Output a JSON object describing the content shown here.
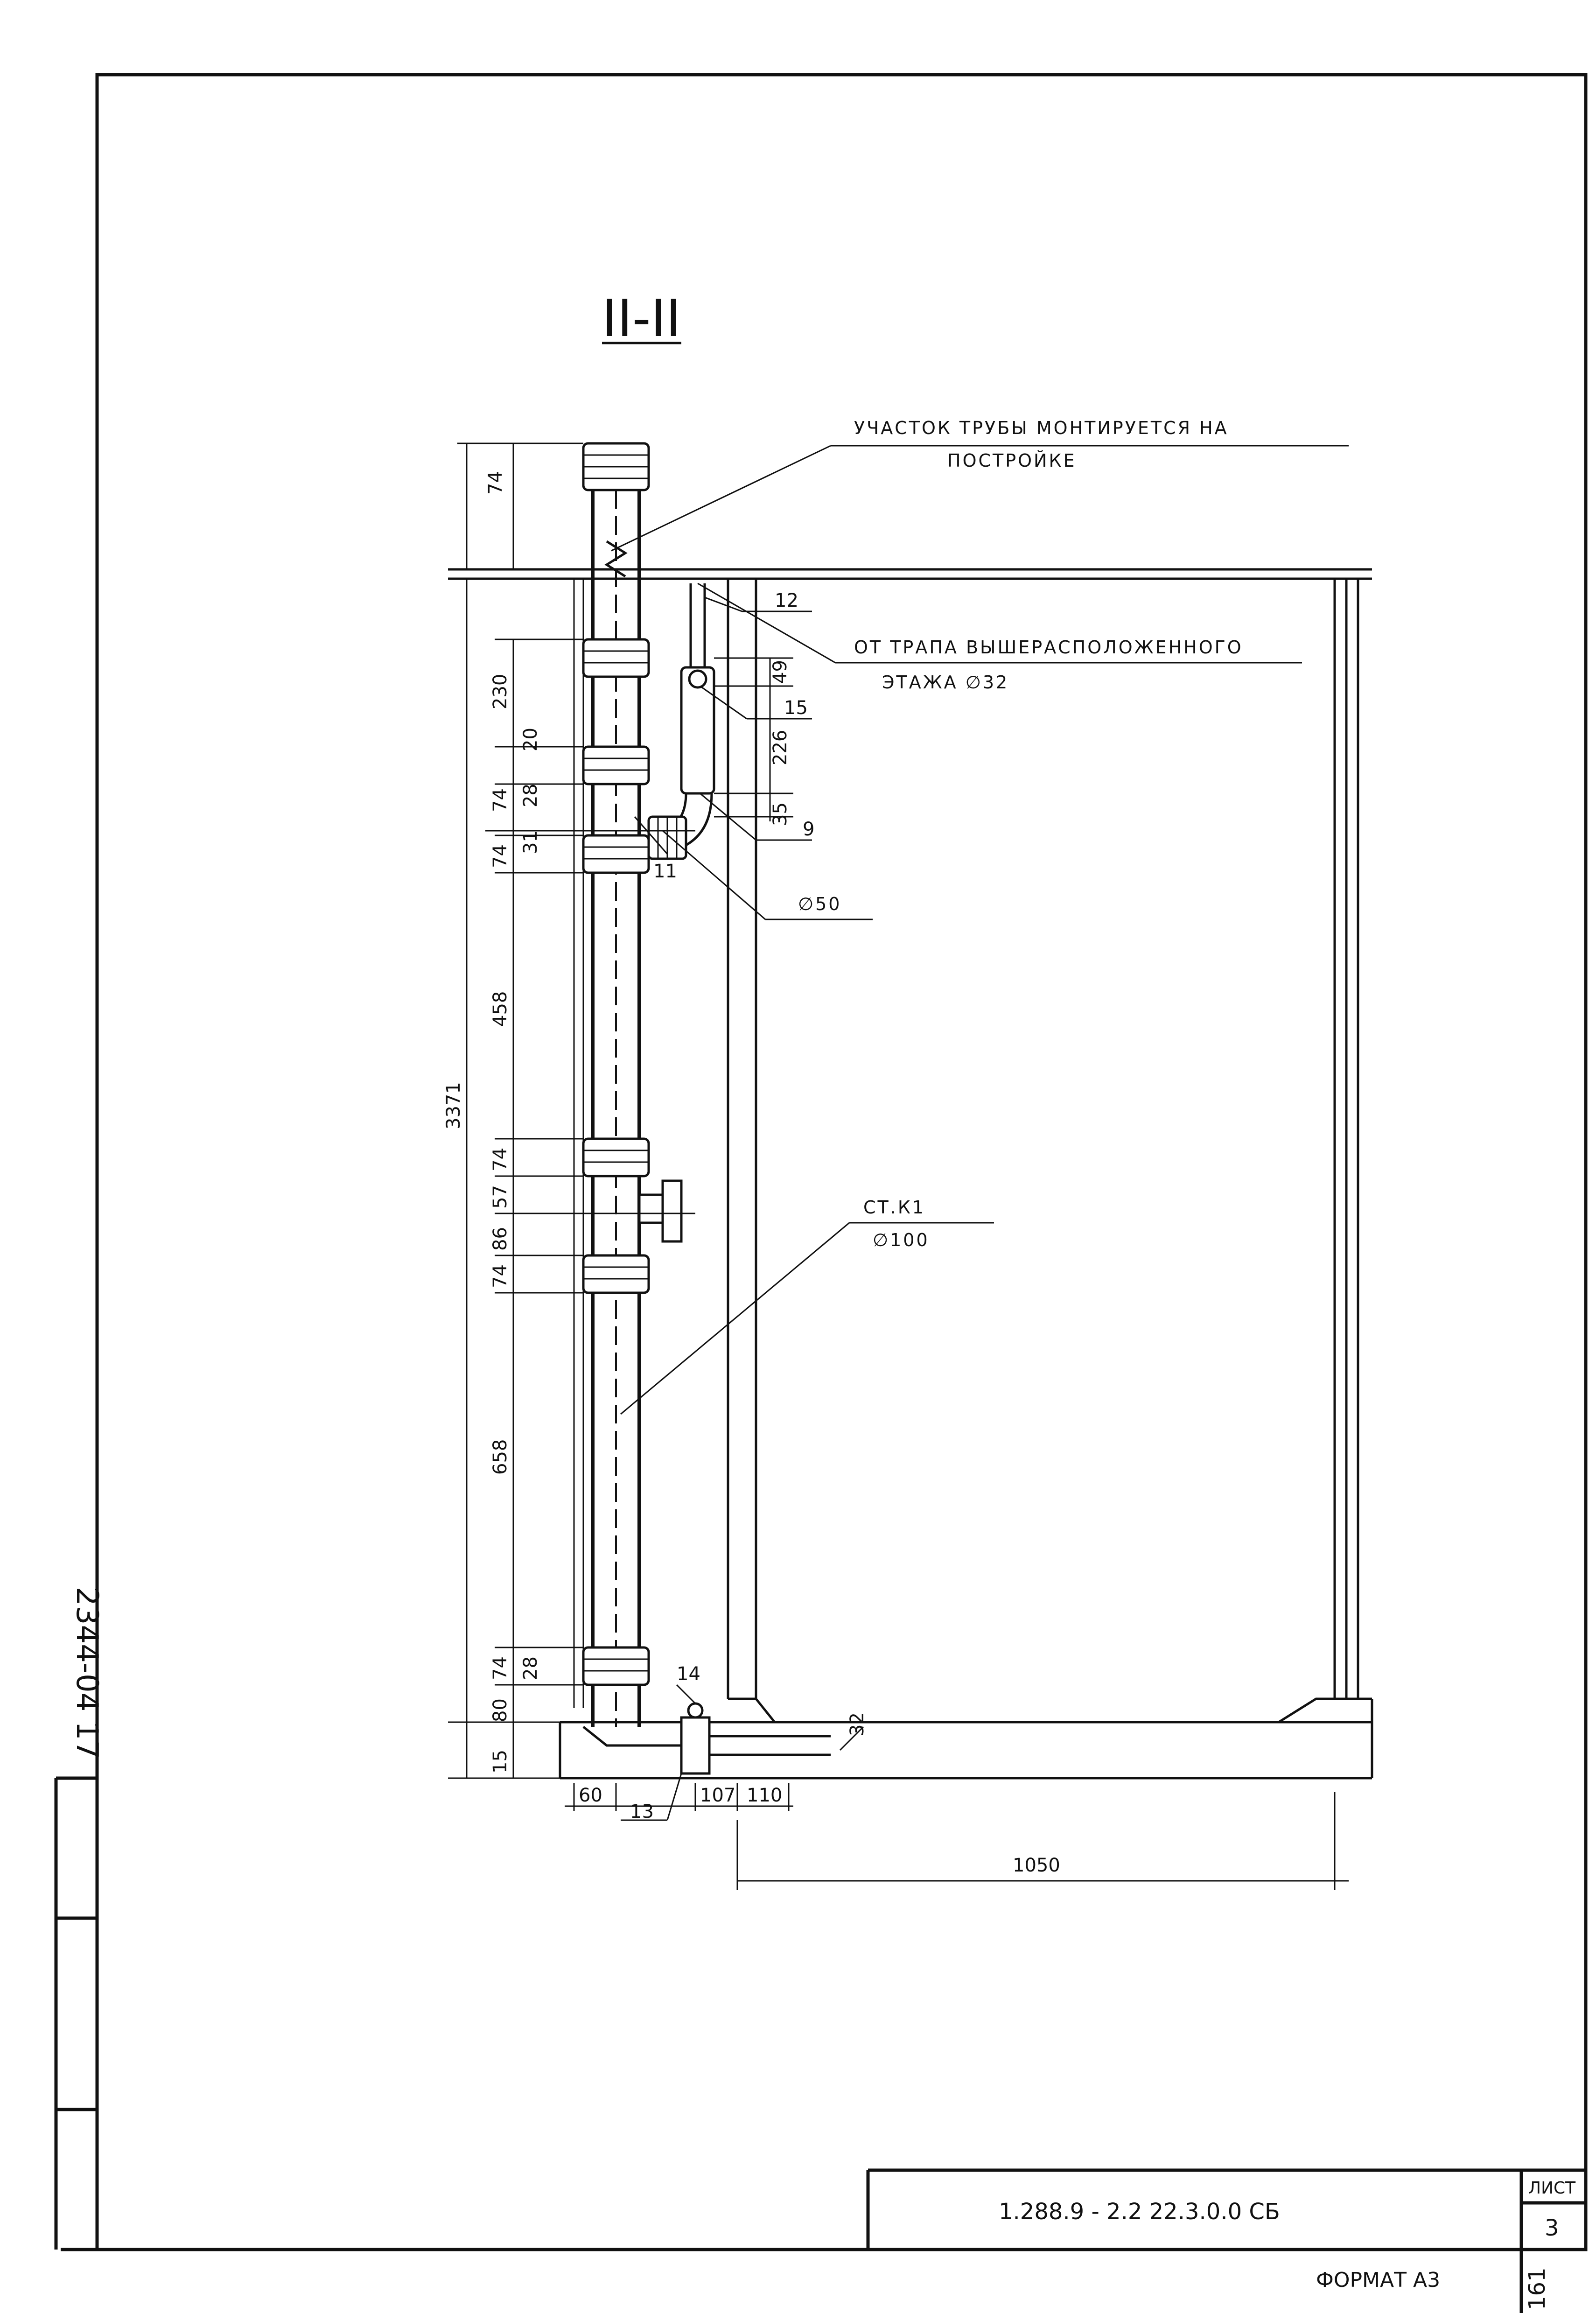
{
  "section_title": "II-II",
  "notes": {
    "pipe_installed_on_site_line1": "УЧАСТОК ТРУБЫ МОНТИРУЕТСЯ НА",
    "pipe_installed_on_site_line2": "ПОСТРОЙКЕ",
    "from_drain_line1": "ОТ ТРАПА ВЫШЕРАСПОЛОЖЕННОГО",
    "from_drain_line2": "ЭТАЖА ∅32",
    "riser_name": "СТ.К1",
    "riser_diameter": "∅100",
    "branch_diameter": "∅50"
  },
  "callouts": [
    "12",
    "15",
    "9",
    "11",
    "14",
    "13"
  ],
  "dimensions": {
    "top_socket": "74",
    "total_height": "3371",
    "d230": "230",
    "d20": "20",
    "d74a": "74",
    "d28a": "28",
    "d31": "31",
    "d74b": "74",
    "d458": "458",
    "d74c": "74",
    "d57": "57",
    "d86": "86",
    "d74d": "74",
    "d658": "658",
    "d74e": "74",
    "d28b": "28",
    "d80": "80",
    "d15": "15",
    "d49": "49",
    "d226": "226",
    "d35": "35",
    "d32": "32",
    "d60": "60",
    "d107": "107",
    "d110": "110",
    "d1050": "1050"
  },
  "side_stamp": "2344-04 17",
  "title_block": {
    "code": "1.288.9 - 2.2   22.3.0.0 СБ",
    "sheet_label": "ЛИСТ",
    "sheet_number": "3",
    "format": "ФОРМАТ А3",
    "page_number": "161"
  }
}
